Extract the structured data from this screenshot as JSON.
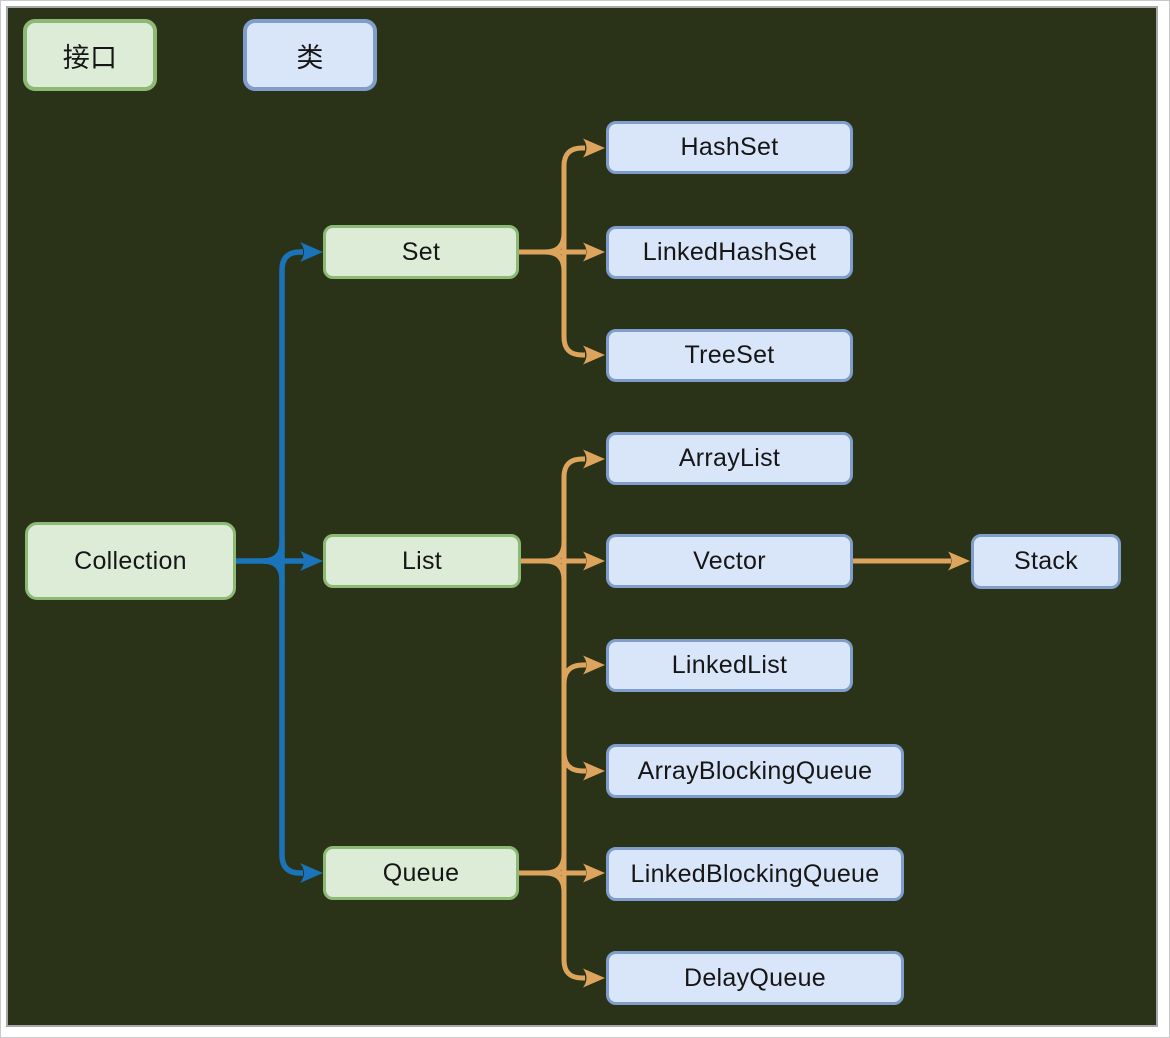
{
  "legend": {
    "interface_label": "接口",
    "class_label": "类"
  },
  "nodes": {
    "collection": {
      "label": "Collection",
      "type": "interface"
    },
    "set": {
      "label": "Set",
      "type": "interface"
    },
    "list": {
      "label": "List",
      "type": "interface"
    },
    "queue": {
      "label": "Queue",
      "type": "interface"
    },
    "hashset": {
      "label": "HashSet",
      "type": "class"
    },
    "linkedhashset": {
      "label": "LinkedHashSet",
      "type": "class"
    },
    "treeset": {
      "label": "TreeSet",
      "type": "class"
    },
    "arraylist": {
      "label": "ArrayList",
      "type": "class"
    },
    "vector": {
      "label": "Vector",
      "type": "class"
    },
    "linkedlist": {
      "label": "LinkedList",
      "type": "class"
    },
    "arrayblockingqueue": {
      "label": "ArrayBlockingQueue",
      "type": "class"
    },
    "linkedblockingqueue": {
      "label": "LinkedBlockingQueue",
      "type": "class"
    },
    "delayqueue": {
      "label": "DelayQueue",
      "type": "class"
    },
    "stack": {
      "label": "Stack",
      "type": "class"
    }
  },
  "edges": [
    {
      "from": "Collection",
      "to": "Set",
      "color": "blue"
    },
    {
      "from": "Collection",
      "to": "List",
      "color": "blue"
    },
    {
      "from": "Collection",
      "to": "Queue",
      "color": "blue"
    },
    {
      "from": "Set",
      "to": "HashSet",
      "color": "orange"
    },
    {
      "from": "Set",
      "to": "LinkedHashSet",
      "color": "orange"
    },
    {
      "from": "Set",
      "to": "TreeSet",
      "color": "orange"
    },
    {
      "from": "List",
      "to": "ArrayList",
      "color": "orange"
    },
    {
      "from": "List",
      "to": "Vector",
      "color": "orange"
    },
    {
      "from": "List",
      "to": "LinkedList",
      "color": "orange"
    },
    {
      "from": "Queue",
      "to": "ArrayBlockingQueue",
      "color": "orange"
    },
    {
      "from": "Queue",
      "to": "LinkedBlockingQueue",
      "color": "orange"
    },
    {
      "from": "Queue",
      "to": "DelayQueue",
      "color": "orange"
    },
    {
      "from": "Vector",
      "to": "Stack",
      "color": "orange"
    }
  ],
  "colors": {
    "background": "#2a3217",
    "interface_fill": "#ddecd7",
    "interface_border": "#8cb973",
    "class_fill": "#d9e5f8",
    "class_border": "#7f9ecb",
    "blue_edge": "#1b74ba",
    "orange_edge": "#dda45e"
  }
}
